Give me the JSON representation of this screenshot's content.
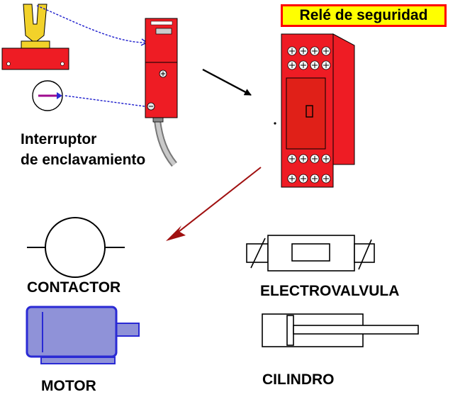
{
  "title": "Relé de seguridad",
  "labels": {
    "switch_line1": "Interruptor",
    "switch_line2": "de enclavamiento",
    "contactor": "CONTACTOR",
    "motor": "MOTOR",
    "valve": "ELECTROVALVULA",
    "cylinder": "CILINDRO"
  },
  "colors": {
    "device_red": "#ee1c24",
    "title_bg": "#ffff00",
    "title_border": "#ff0000",
    "motor_blue": "#2a2ad4",
    "motor_fill": "#8f92d8",
    "arrow_darkred": "#a01010"
  }
}
